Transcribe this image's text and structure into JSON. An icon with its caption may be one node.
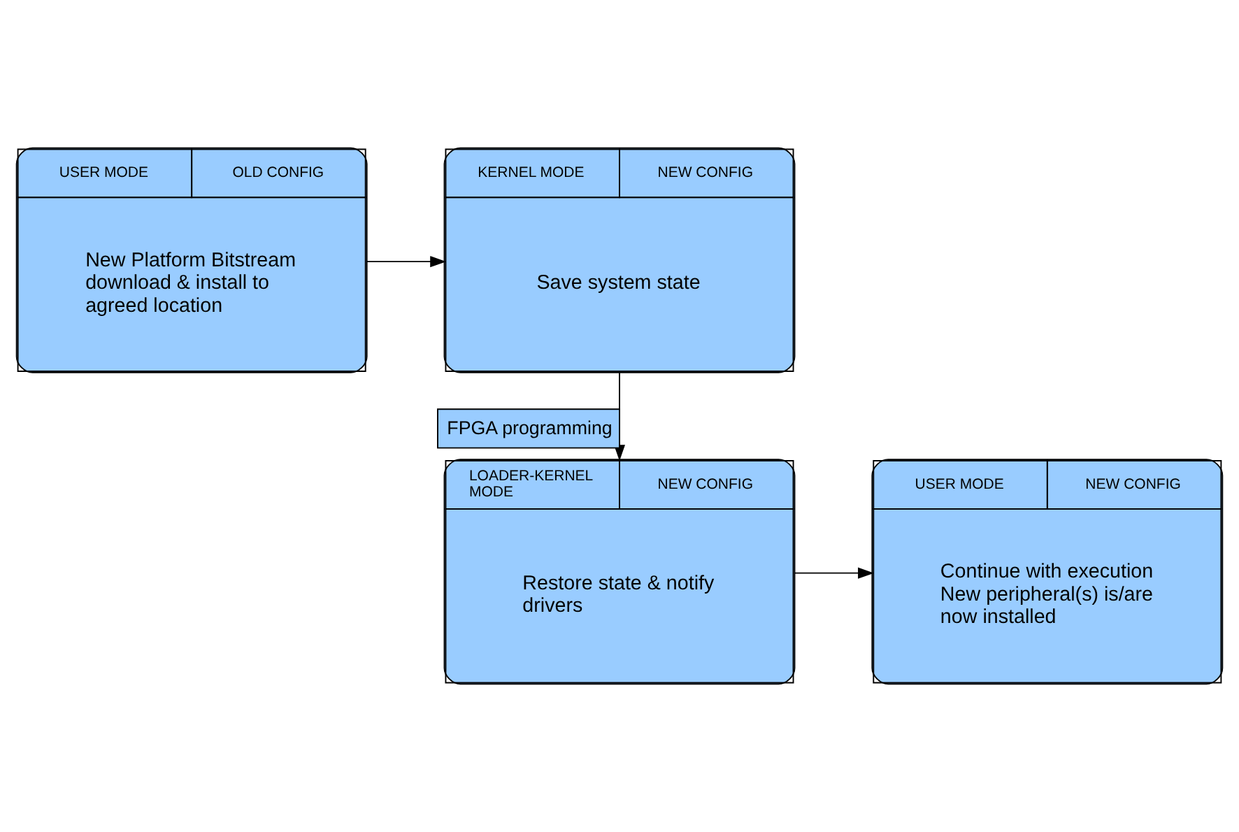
{
  "diagram": {
    "nodes": [
      {
        "text": [
          "USER MODE",
          "OLD CONFIG",
          "New Platform Bitstream download & install to agreed location"
        ]
      },
      {
        "text": [
          "KERNEL MODE",
          "NEW CONFIG",
          "Save system state"
        ]
      },
      {
        "text": [
          "LOADER-KERNEL MODE",
          "NEW CONFIG",
          "Restore state & notify drivers"
        ]
      },
      {
        "text": [
          "USER MODE",
          "NEW CONFIG",
          "Continue with execution New peripheral(s) is/are now installed"
        ]
      }
    ],
    "edges": [
      {
        "from": 0,
        "to": 1,
        "arrow": "to"
      },
      {
        "from": 1,
        "to": 2,
        "arrow": "to",
        "label": "FPGA programming"
      },
      {
        "from": 2,
        "to": 3,
        "arrow": "to"
      }
    ]
  }
}
